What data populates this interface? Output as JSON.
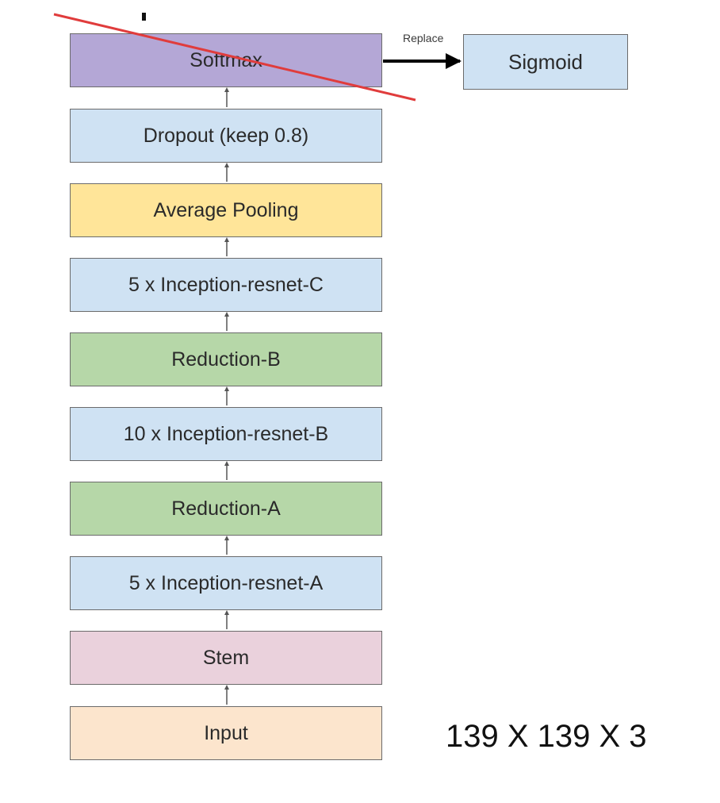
{
  "diagram": {
    "layers": [
      {
        "key": "softmax",
        "label": "Softmax",
        "color": "#b4a7d6",
        "crossed_out": true
      },
      {
        "key": "dropout",
        "label": "Dropout (keep 0.8)",
        "color": "#cfe2f3"
      },
      {
        "key": "avgpool",
        "label": "Average Pooling",
        "color": "#ffe599"
      },
      {
        "key": "inc_c",
        "label": "5 x Inception-resnet-C",
        "color": "#cfe2f3"
      },
      {
        "key": "red_b",
        "label": "Reduction-B",
        "color": "#b6d7a8"
      },
      {
        "key": "inc_b",
        "label": "10 x Inception-resnet-B",
        "color": "#cfe2f3"
      },
      {
        "key": "red_a",
        "label": "Reduction-A",
        "color": "#b6d7a8"
      },
      {
        "key": "inc_a",
        "label": "5 x Inception-resnet-A",
        "color": "#cfe2f3"
      },
      {
        "key": "stem",
        "label": "Stem",
        "color": "#ead1dc"
      },
      {
        "key": "input",
        "label": "Input",
        "color": "#fce5cd"
      }
    ],
    "replacement": {
      "label": "Sigmoid",
      "color": "#cfe2f3"
    },
    "replace_label": "Replace",
    "input_shape": "139 X 139 X 3",
    "strike_color": "#e03c3c"
  }
}
